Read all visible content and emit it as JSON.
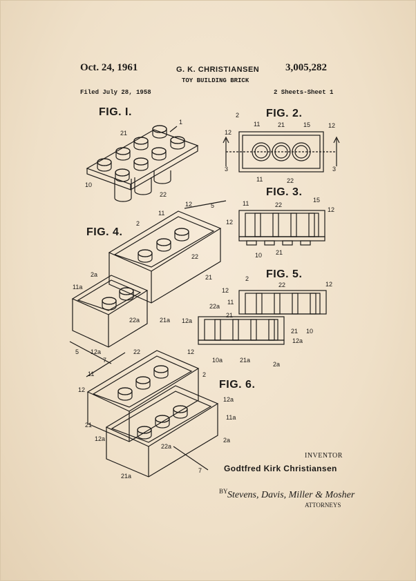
{
  "header": {
    "date": "Oct. 24, 1961",
    "inventor_short": "G. K. CHRISTIANSEN",
    "patent_number": "3,005,282",
    "title": "TOY BUILDING BRICK",
    "filed": "Filed July 28, 1958",
    "sheets": "2 Sheets-Sheet 1"
  },
  "figures": {
    "fig1": "FIG. I.",
    "fig2": "FIG. 2.",
    "fig3": "FIG. 3.",
    "fig4": "FIG. 4.",
    "fig5": "FIG. 5.",
    "fig6": "FIG. 6."
  },
  "footer": {
    "inventor_label": "INVENTOR",
    "inventor_name": "Godtfred Kirk Christiansen",
    "by": "BY",
    "signature": "Stevens, Davis, Miller & Mosher",
    "attorneys": "ATTORNEYS"
  },
  "palette": {
    "paper": "#f3e6d0",
    "ink": "#1c1a18"
  }
}
